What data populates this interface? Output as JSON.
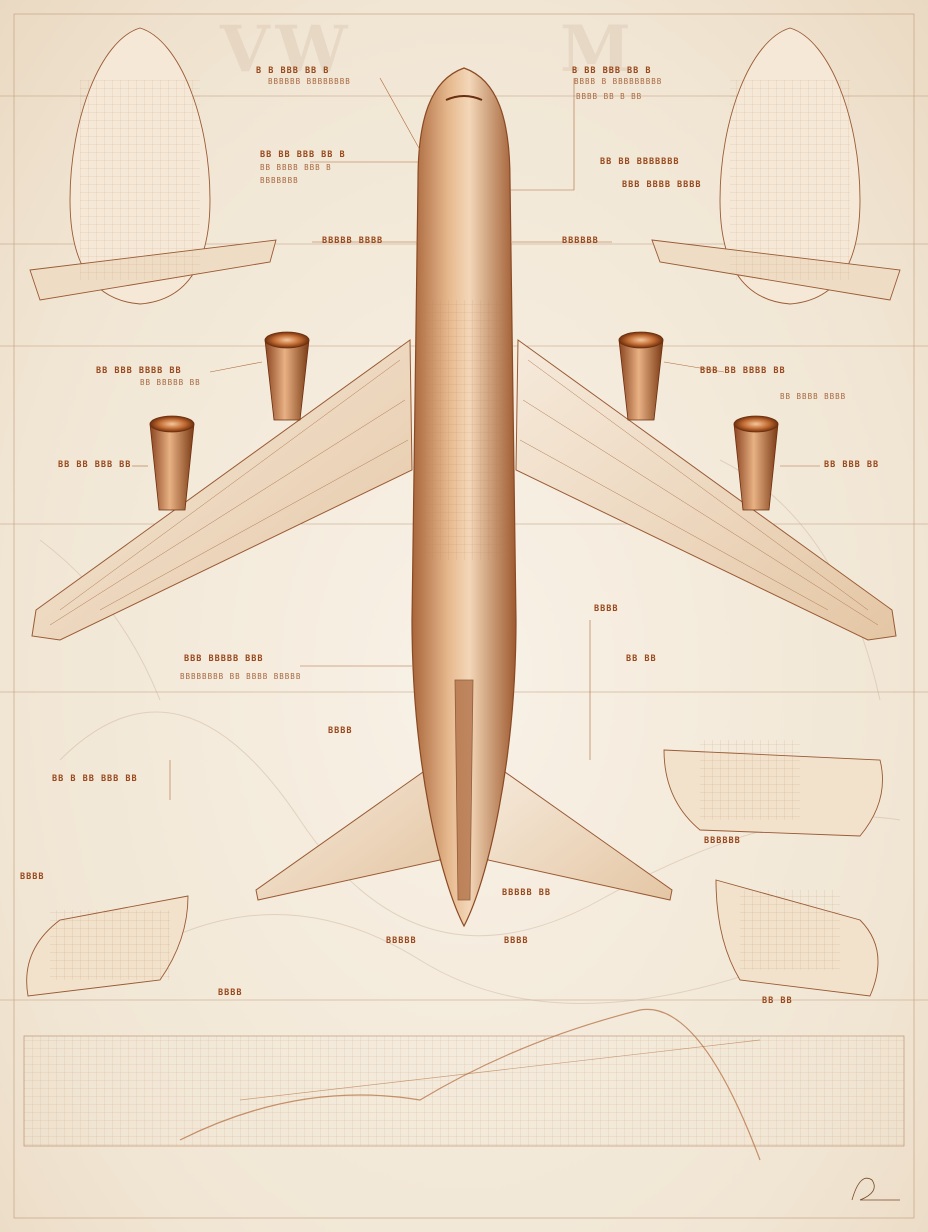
{
  "colors": {
    "paper": "#f4ebdd",
    "ink": "#9a4a1e",
    "copper": "#c98a5a",
    "shadow": "#7a3a14"
  },
  "labels": {
    "top_left_1": "B B BBB BB B",
    "top_left_2": "BBBBBB BBBBBBBB",
    "top_right_1": "B BB BBB BB B",
    "top_right_2": "BBBB B BBBBBBBBB",
    "top_right_3": "BBBB BB B BB",
    "mid_left_1": "BB BB BBB BB B",
    "mid_left_2": "BB BBBB BBB B",
    "mid_left_3": "BBBBBBB",
    "mid_right_1": "BB BB BBBBBBB",
    "mid_right_2": "BBB BBBB BBBB",
    "center_left": "BBBBB BBBB",
    "center_right": "BBBBBB",
    "engine_left_1": "BB BBB BBBB BB",
    "engine_left_2": "BB BBBBB BB",
    "engine_right_1": "BBB BB BBBB BB",
    "engine_right_2": "BB BBBB BBBB",
    "wing_left": "BB BB BBB BB",
    "wing_right": "BB BBB BB",
    "tail_left": "BBB BBBBB BBB",
    "tail_left_sub": "BBBBBBBB BB BBBB BBBBB",
    "tail_left_box": "BBBB",
    "spec_left_title": "BB B BB BBB BB",
    "spec_right_title": "BB BB",
    "small_side_left": "BBBB",
    "small_side_right": "BBBBBB",
    "bottom_label_1": "BBBB",
    "bottom_label_2": "BBBBB",
    "bottom_label_3": "BBBB",
    "bottom_label_4": "BBBB",
    "bottom_label_5": "BB BB",
    "bottom_label_6": "BBBBB BB"
  }
}
